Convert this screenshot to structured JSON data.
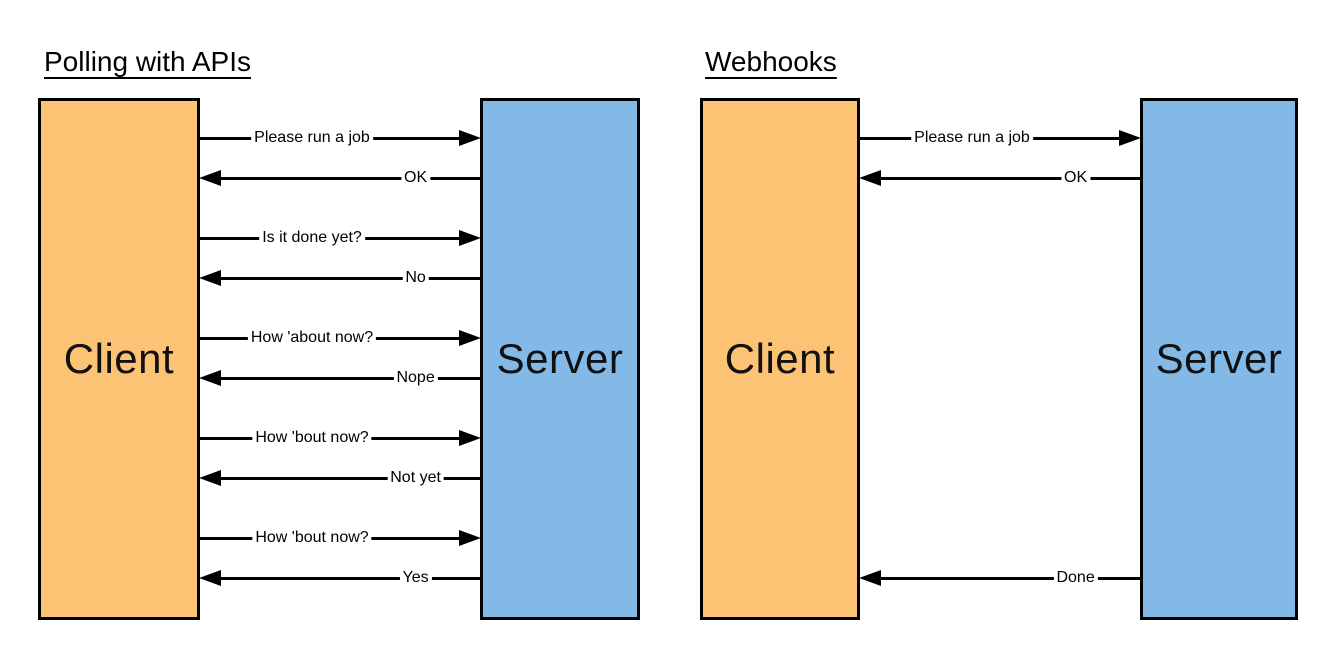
{
  "colors": {
    "background": "#ffffff",
    "client_fill": "#FCC374",
    "server_fill": "#82B9E6",
    "border": "#000000",
    "arrow": "#000000",
    "text": "#000000"
  },
  "left_diagram": {
    "title": "Polling with APIs",
    "client_label": "Client",
    "server_label": "Server",
    "messages": [
      {
        "text": "Please run a job",
        "direction": "right",
        "from": "Client",
        "to": "Server"
      },
      {
        "text": "OK",
        "direction": "left",
        "from": "Server",
        "to": "Client"
      },
      {
        "text": "Is it done yet?",
        "direction": "right",
        "from": "Client",
        "to": "Server"
      },
      {
        "text": "No",
        "direction": "left",
        "from": "Server",
        "to": "Client"
      },
      {
        "text": "How 'about now?",
        "direction": "right",
        "from": "Client",
        "to": "Server"
      },
      {
        "text": "Nope",
        "direction": "left",
        "from": "Server",
        "to": "Client"
      },
      {
        "text": "How 'bout now?",
        "direction": "right",
        "from": "Client",
        "to": "Server"
      },
      {
        "text": "Not yet",
        "direction": "left",
        "from": "Server",
        "to": "Client"
      },
      {
        "text": "How 'bout now?",
        "direction": "right",
        "from": "Client",
        "to": "Server"
      },
      {
        "text": "Yes",
        "direction": "left",
        "from": "Server",
        "to": "Client"
      }
    ]
  },
  "right_diagram": {
    "title": "Webhooks",
    "client_label": "Client",
    "server_label": "Server",
    "messages": [
      {
        "text": "Please run a job",
        "direction": "right",
        "from": "Client",
        "to": "Server"
      },
      {
        "text": "OK",
        "direction": "left",
        "from": "Server",
        "to": "Client"
      },
      {
        "text": "Done",
        "direction": "left",
        "from": "Server",
        "to": "Client"
      }
    ]
  }
}
